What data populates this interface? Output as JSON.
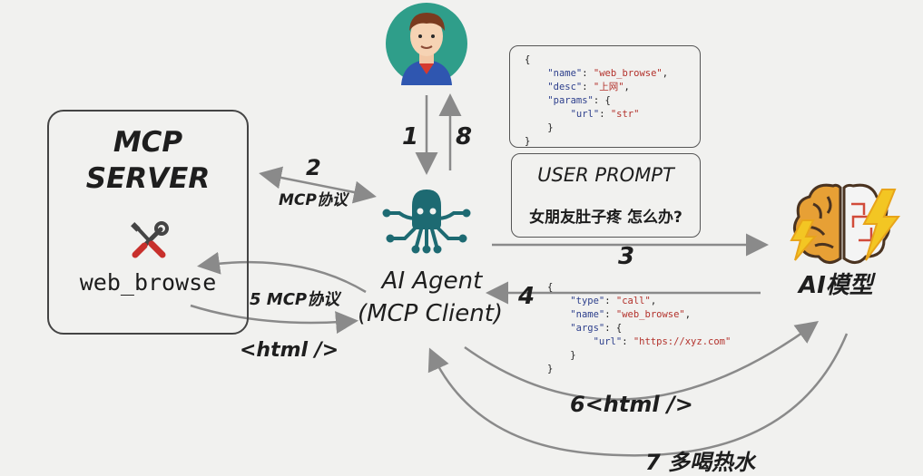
{
  "mcp_server": {
    "title_line1": "MCP",
    "title_line2": "SERVER",
    "tool_name": "web_browse"
  },
  "agent": {
    "line1": "AI Agent",
    "line2": "(MCP Client)"
  },
  "model": {
    "label": "AI模型"
  },
  "user_prompt": {
    "title": "USER PROMPT",
    "text": "女朋友肚子疼 怎么办?"
  },
  "tool_def": {
    "open": "{",
    "name_key": "\"name\"",
    "name_val": "\"web_browse\"",
    "desc_key": "\"desc\"",
    "desc_val": "\"上网\"",
    "params_key": "\"params\"",
    "url_key": "\"url\"",
    "url_val": "\"str\"",
    "inner_close": "}",
    "close": "}"
  },
  "tool_call": {
    "open": "{",
    "type_key": "\"type\"",
    "type_val": "\"call\"",
    "name_key": "\"name\"",
    "name_val": "\"web_browse\"",
    "args_key": "\"args\"",
    "url_key": "\"url\"",
    "url_val": "\"https://xyz.com\"",
    "inner_close": "}",
    "close": "}"
  },
  "steps": {
    "s1": "1",
    "s2": "2",
    "s2_label": "MCP协议",
    "s3": "3",
    "s4": "4",
    "s5": "5 MCP协议",
    "html_return": "<html />",
    "s6": "6<html />",
    "s7": "7 多喝热水",
    "s8": "8"
  },
  "colors": {
    "arrow": "#8a8a8a",
    "agent_teal": "#1d6a72",
    "avatar_bg": "#2f9e8a",
    "brain_orange": "#e7a035",
    "bolt_yellow": "#f3c623"
  }
}
